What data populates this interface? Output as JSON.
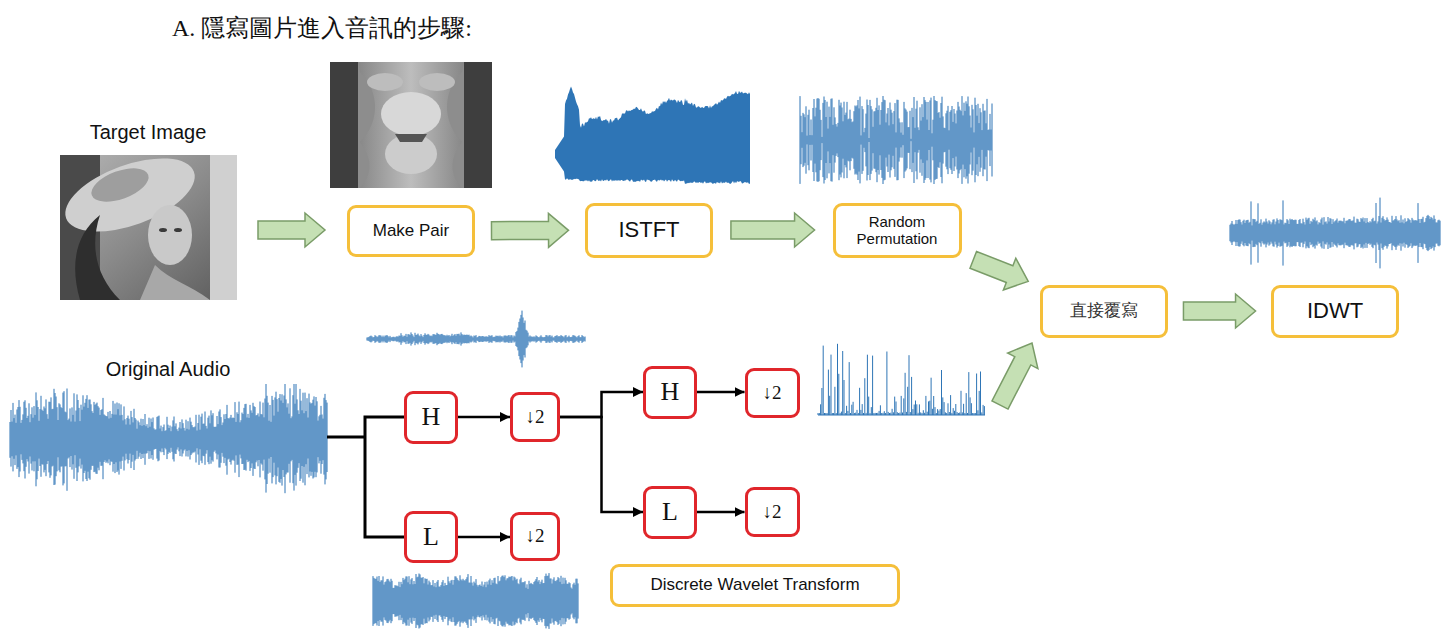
{
  "diagram": {
    "title": "A. 隱寫圖片進入音訊的步驟:",
    "nodes": [
      {
        "text": [
          "Make Pair"
        ]
      },
      {
        "text": [
          "ISTFT"
        ]
      },
      {
        "text": [
          "Random Permutation"
        ]
      },
      {
        "text": [
          "直接覆寫"
        ]
      },
      {
        "text": [
          "IDWT"
        ]
      },
      {
        "text": [
          "H"
        ]
      },
      {
        "text": [
          "↓2"
        ]
      },
      {
        "text": [
          "H"
        ]
      },
      {
        "text": [
          "↓2"
        ]
      },
      {
        "text": [
          "L"
        ]
      },
      {
        "text": [
          "↓2"
        ]
      },
      {
        "text": [
          "L"
        ]
      },
      {
        "text": [
          "↓2"
        ]
      },
      {
        "text": [
          "Discrete Wavelet Transform"
        ]
      }
    ],
    "edges": [
      {
        "from": 0,
        "to": 1,
        "arrow": "to"
      },
      {
        "from": 1,
        "to": 2,
        "arrow": "to"
      },
      {
        "from": 2,
        "to": 3,
        "arrow": "to"
      },
      {
        "from": 3,
        "to": 4,
        "arrow": "to"
      },
      {
        "from": 5,
        "to": 6,
        "arrow": "to"
      },
      {
        "from": 6,
        "to": 7,
        "arrow": "to"
      },
      {
        "from": 6,
        "to": 9,
        "arrow": "to"
      },
      {
        "from": 7,
        "to": 8,
        "arrow": "to"
      },
      {
        "from": 9,
        "to": 10,
        "arrow": "to"
      },
      {
        "from": 11,
        "to": 12,
        "arrow": "to"
      }
    ],
    "labels": [
      "Target Image",
      "Original Audio"
    ]
  }
}
